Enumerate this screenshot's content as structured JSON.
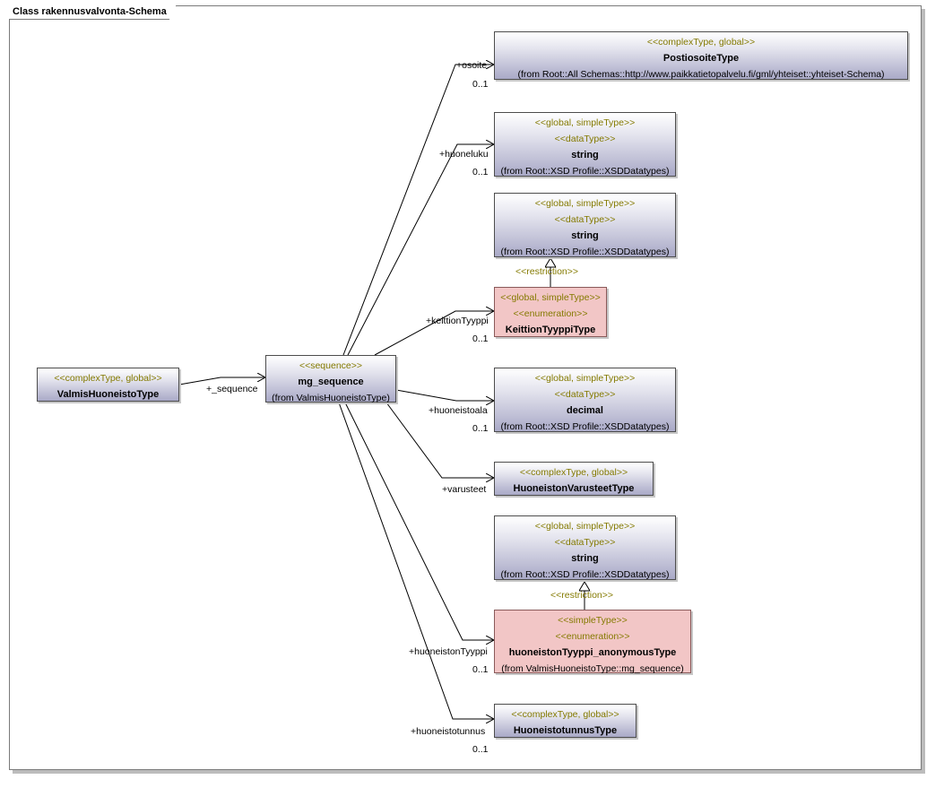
{
  "diagram_title": "Class rakennusvalvonta-Schema",
  "classes": {
    "postiosoite": {
      "stereotypes": [
        "<<complexType, global>>"
      ],
      "name": "PostiosoiteType",
      "from": "(from Root::All Schemas::http://www.paikkatietopalvelu.fi/gml/yhteiset::yhteiset-Schema)"
    },
    "string1": {
      "stereotypes": [
        "<<global, simpleType>>",
        "<<dataType>>"
      ],
      "name": "string",
      "from": "(from Root::XSD Profile::XSDDatatypes)"
    },
    "string2": {
      "stereotypes": [
        "<<global, simpleType>>",
        "<<dataType>>"
      ],
      "name": "string",
      "from": "(from Root::XSD Profile::XSDDatatypes)"
    },
    "keittiontyyppi": {
      "stereotypes": [
        "<<global, simpleType>>",
        "<<enumeration>>"
      ],
      "name": "KeittionTyyppiType"
    },
    "valmis": {
      "stereotypes": [
        "<<complexType, global>>"
      ],
      "name": "ValmisHuoneistoType"
    },
    "mgseq": {
      "stereotypes": [
        "<<sequence>>"
      ],
      "name": "mg_sequence",
      "from": "(from ValmisHuoneistoType)"
    },
    "decimal": {
      "stereotypes": [
        "<<global, simpleType>>",
        "<<dataType>>"
      ],
      "name": "decimal",
      "from": "(from Root::XSD Profile::XSDDatatypes)"
    },
    "varusteet": {
      "stereotypes": [
        "<<complexType, global>>"
      ],
      "name": "HuoneistonVarusteetType"
    },
    "string3": {
      "stereotypes": [
        "<<global, simpleType>>",
        "<<dataType>>"
      ],
      "name": "string",
      "from": "(from Root::XSD Profile::XSDDatatypes)"
    },
    "huoneistontyyppi": {
      "stereotypes": [
        "<<simpleType>>",
        "<<enumeration>>"
      ],
      "name": "huoneistonTyyppi_anonymousType",
      "from": "(from ValmisHuoneistoType::mg_sequence)"
    },
    "tunnus": {
      "stereotypes": [
        "<<complexType, global>>"
      ],
      "name": "HuoneistotunnusType"
    }
  },
  "labels": {
    "sequence_role": "+_sequence",
    "osoite_role": "+osoite",
    "osoite_mult": "0..1",
    "huoneluku_role": "+huoneluku",
    "huoneluku_mult": "0..1",
    "keittion_role": "+keittionTyyppi",
    "keittion_mult": "0..1",
    "ala_role": "+huoneistoala",
    "ala_mult": "0..1",
    "varusteet_role": "+varusteet",
    "tyyppi_role": "+huoneistonTyyppi",
    "tyyppi_mult": "0..1",
    "tunnus_role": "+huoneistotunnus",
    "tunnus_mult": "0..1",
    "restriction1": "<<restriction>>",
    "restriction2": "<<restriction>>"
  }
}
